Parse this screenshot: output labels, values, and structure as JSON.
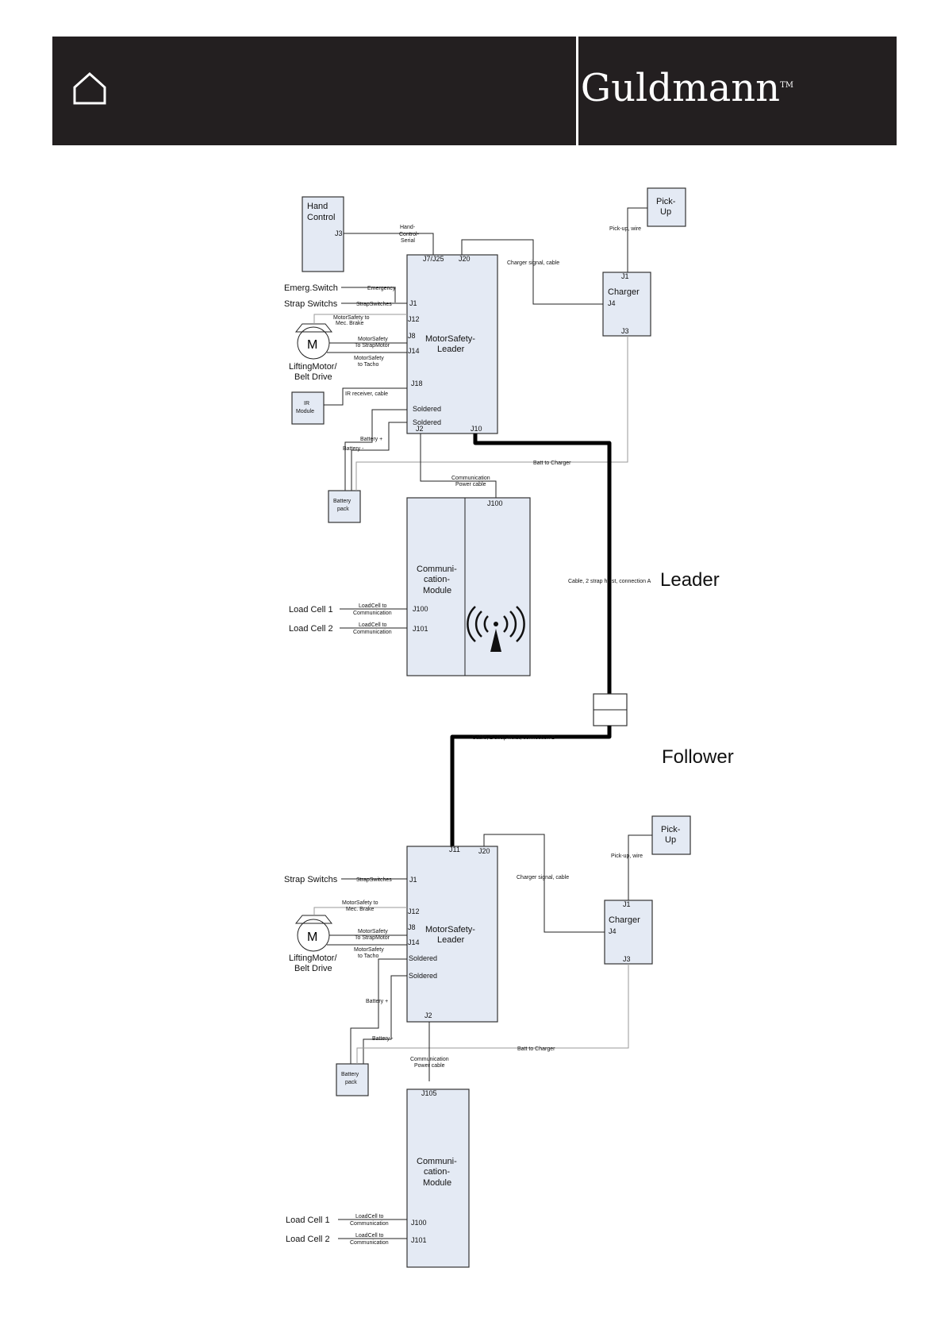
{
  "header": {
    "brand": "Guldmann",
    "trademark": "TM",
    "home_icon": "home-icon"
  },
  "leader": {
    "section_title": "Leader",
    "hand_control": [
      "Hand",
      "Control"
    ],
    "hand_control_j3": "J3",
    "hand_control_serial": [
      "Hand-",
      "Control-",
      "Serial"
    ],
    "pickup": [
      "Pick-",
      "Up"
    ],
    "pickup_wire": "Pick-up, wire",
    "charger_signal": "Charger signal, cable",
    "charger": "Charger",
    "charger_j1": "J1",
    "charger_j4": "J4",
    "charger_j3": "J3",
    "motorsafety": [
      "MotorSafety-",
      "Leader"
    ],
    "ms_j7j25": "J7/J25",
    "ms_j20": "J20",
    "ms_j1": "J1",
    "ms_j12": "J12",
    "ms_j8": "J8",
    "ms_j14": "J14",
    "ms_j18": "J18",
    "ms_soldered1": "Soldered",
    "ms_soldered2": "Soldered",
    "ms_j2": "J2",
    "ms_j10": "J10",
    "emerg_switch": "Emerg.Switch",
    "emergency": "Emergency",
    "strap_switchs": "Strap Switchs",
    "strapswitches": "StrapSwitches",
    "ms_mec_brake": [
      "MotorSafety to",
      "Mec. Brake"
    ],
    "ms_strapmotor": [
      "MotorSafety",
      "To StrapMotor"
    ],
    "ms_tacho": [
      "MotorSafety",
      "to Tacho"
    ],
    "motor_letter": "M",
    "lifting_motor": [
      "LiftingMotor/",
      "Belt Drive"
    ],
    "ir_module": [
      "IR",
      "Module"
    ],
    "ir_receiver": "IR receiver, cable",
    "battery_plus": "Battery +",
    "battery_minus": "Battery -",
    "batt_to_charger": "Batt to Charger",
    "battery_pack": [
      "Battery",
      "pack"
    ],
    "comm_power": [
      "Communication",
      "Power cable"
    ],
    "comm_j100_top": "J100",
    "comm_module": [
      "Communi-",
      "cation-",
      "Module"
    ],
    "comm_j100": "J100",
    "comm_j101": "J101",
    "load_cell_1": "Load Cell 1",
    "load_cell_2": "Load Cell 2",
    "loadcell_comm_1": [
      "LoadCell to",
      "Communication"
    ],
    "loadcell_comm_2": [
      "LoadCell to",
      "Communication"
    ],
    "cable_a": "Cable, 2 strap hoist, connection A"
  },
  "follower": {
    "section_title": "Follower",
    "cable_b": "Cable, 2 strap hoist, connection B",
    "pickup": [
      "Pick-",
      "Up"
    ],
    "pickup_wire": "Pick-up, wire",
    "charger_signal": "Charger signal, cable",
    "charger": "Charger",
    "charger_j1": "J1",
    "charger_j4": "J4",
    "charger_j3": "J3",
    "motorsafety": [
      "MotorSafety-",
      "Leader"
    ],
    "ms_j11": "J11",
    "ms_j20": "J20",
    "ms_j1": "J1",
    "ms_j12": "J12",
    "ms_j8": "J8",
    "ms_j14": "J14",
    "ms_soldered1": "Soldered",
    "ms_soldered2": "Soldered",
    "ms_j2": "J2",
    "strap_switchs": "Strap Switchs",
    "strapswitches": "StrapSwitches",
    "ms_mec_brake": [
      "MotorSafety to",
      "Mec. Brake"
    ],
    "ms_strapmotor": [
      "MotorSafety",
      "To StrapMotor"
    ],
    "ms_tacho": [
      "MotorSafety",
      "to Tacho"
    ],
    "motor_letter": "M",
    "lifting_motor": [
      "LiftingMotor/",
      "Belt Drive"
    ],
    "battery_plus": "Battery +",
    "battery_minus": "Battery -",
    "batt_to_charger": "Batt to Charger",
    "battery_pack": [
      "Battery",
      "pack"
    ],
    "comm_power": [
      "Communication",
      "Power cable"
    ],
    "comm_j105": "J105",
    "comm_module": [
      "Communi-",
      "cation-",
      "Module"
    ],
    "comm_j100": "J100",
    "comm_j101": "J101",
    "load_cell_1": "Load Cell 1",
    "load_cell_2": "Load Cell 2",
    "loadcell_comm_1": [
      "LoadCell to",
      "Communication"
    ],
    "loadcell_comm_2": [
      "LoadCell to",
      "Communication"
    ]
  }
}
